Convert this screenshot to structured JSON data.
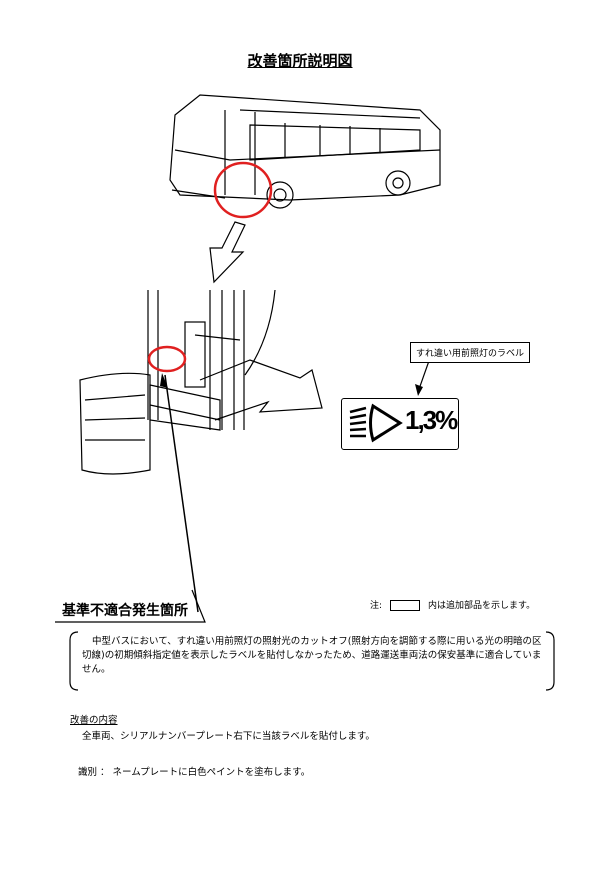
{
  "title": "改善箇所説明図",
  "callout_label": "すれ違い用前照灯のラベル",
  "label_value": "1,3%",
  "heading": "基準不適合発生箇所",
  "note": {
    "prefix": "注:",
    "suffix": "内は追加部品を示します。"
  },
  "description": "中型バスにおいて、すれ違い用前照灯の照射光のカットオフ(照射方向を調節する際に用いる光の明暗の区切線)の初期傾斜指定値を表示したラベルを貼付しなかったため、道路運送車両法の保安基準に適合していません。",
  "fix": {
    "heading": "改善の内容",
    "body": "全車両、シリアルナンバープレート右下に当該ラベルを貼付します。"
  },
  "identification": "識別 ： ネームプレートに白色ペイントを塗布します。",
  "colors": {
    "highlight": "#e02020"
  }
}
